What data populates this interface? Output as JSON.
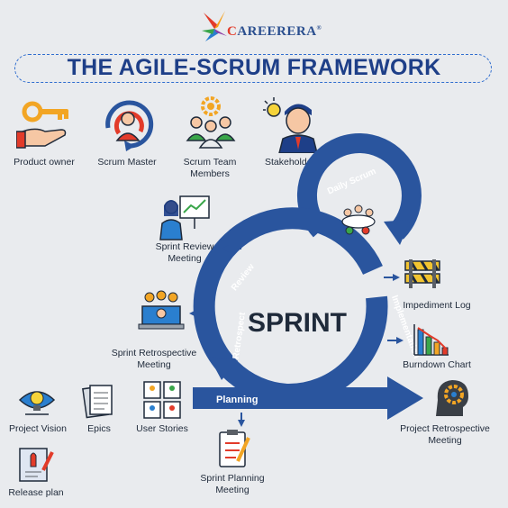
{
  "brand": {
    "name_c": "C",
    "name_rest": "AREERERA",
    "registered": "®"
  },
  "title": "THE AGILE-SCRUM FRAMEWORK",
  "roles": [
    {
      "label": "Product owner",
      "icon": "key-hand-icon"
    },
    {
      "label": "Scrum Master",
      "icon": "scrum-master-icon"
    },
    {
      "label": "Scrum Team Members",
      "icon": "team-members-icon"
    },
    {
      "label": "Stakeholder",
      "icon": "stakeholder-icon"
    }
  ],
  "cycle": {
    "center": "SPRINT",
    "daily": "Daily Scrum",
    "review": "Review",
    "retrospect": "Retrospect",
    "implementation": "Implementation",
    "planning": "Planning"
  },
  "items": {
    "sprint_review": "Sprint Review Meeting",
    "sprint_retro": "Sprint Retrospective Meeting",
    "impediment": "Impediment Log",
    "burndown": "Burndown Chart",
    "project_retro": "Project Retrospective Meeting",
    "sprint_planning": "Sprint Planning Meeting",
    "project_vision": "Project Vision",
    "epics": "Epics",
    "user_stories": "User Stories",
    "release_plan": "Release plan"
  },
  "colors": {
    "blue": "#2a559e",
    "navy": "#1e3f88",
    "accent": "#e23b2a"
  }
}
